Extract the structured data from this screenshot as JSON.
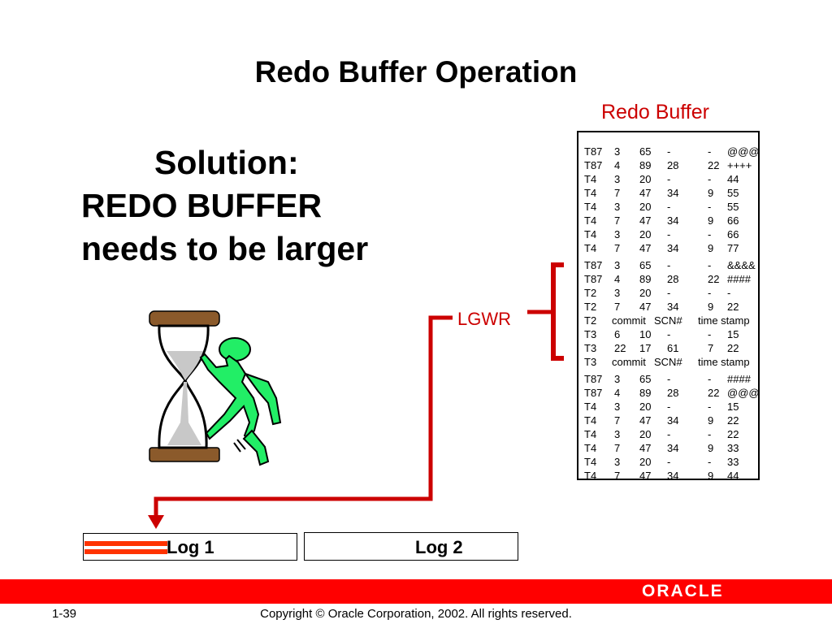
{
  "title": "Redo Buffer Operation",
  "buffer_title": "Redo Buffer",
  "solution": {
    "line1": "Solution:",
    "line2": "REDO BUFFER",
    "line3": "needs to be larger"
  },
  "lgwr_label": "LGWR",
  "logs": {
    "log1": "Log 1",
    "log2": "Log 2"
  },
  "buffer_rows": [
    [
      "T87",
      "3",
      "65",
      "-",
      "-",
      "@@@"
    ],
    [
      "T87",
      "4",
      "89",
      "28",
      "22",
      "++++"
    ],
    [
      "T4",
      "3",
      "20",
      "-",
      "-",
      "44"
    ],
    [
      "T4",
      "7",
      "47",
      "34",
      "9",
      "55"
    ],
    [
      "T4",
      "3",
      "20",
      "-",
      "-",
      "55"
    ],
    [
      "T4",
      "7",
      "47",
      "34",
      "9",
      "66"
    ],
    [
      "T4",
      "3",
      "20",
      "-",
      "-",
      "66"
    ],
    [
      "T4",
      "7",
      "47",
      "34",
      "9",
      "77"
    ],
    [
      "T87",
      "3",
      "65",
      "-",
      "-",
      "&&&&"
    ],
    [
      "T87",
      "4",
      "89",
      "28",
      "22",
      "####"
    ],
    [
      "T2",
      "3",
      "20",
      "-",
      "-",
      "-"
    ],
    [
      "T2",
      "7",
      "47",
      "34",
      "9",
      "22"
    ],
    [
      "T2",
      "commit",
      "SCN#",
      "time stamp"
    ],
    [
      "T3",
      "6",
      "10",
      "-",
      "-",
      "15"
    ],
    [
      "T3",
      "22",
      "17",
      "61",
      "7",
      "22"
    ],
    [
      "T3",
      "commit",
      "SCN#",
      "time stamp"
    ],
    [
      "T87",
      "3",
      "65",
      "-",
      "-",
      "####"
    ],
    [
      "T87",
      "4",
      "89",
      "28",
      "22",
      "@@@"
    ],
    [
      "T4",
      "3",
      "20",
      "-",
      "-",
      "15"
    ],
    [
      "T4",
      "7",
      "47",
      "34",
      "9",
      "22"
    ],
    [
      "T4",
      "3",
      "20",
      "-",
      "-",
      "22"
    ],
    [
      "T4",
      "7",
      "47",
      "34",
      "9",
      "33"
    ],
    [
      "T4",
      "3",
      "20",
      "-",
      "-",
      "33"
    ],
    [
      "T4",
      "7",
      "47",
      "34",
      "9",
      "44"
    ]
  ],
  "footer": {
    "brand": "ORACLE",
    "page_number": "1-39",
    "copyright": "Copyright © Oracle Corporation, 2002. All rights reserved."
  },
  "colors": {
    "accent_red": "#cc0000",
    "footer_red": "#ff0000",
    "figure_green": "#22ee66",
    "hourglass_brown": "#8b5a2b"
  },
  "icons": [
    "hourglass-icon",
    "running-figure-icon"
  ]
}
